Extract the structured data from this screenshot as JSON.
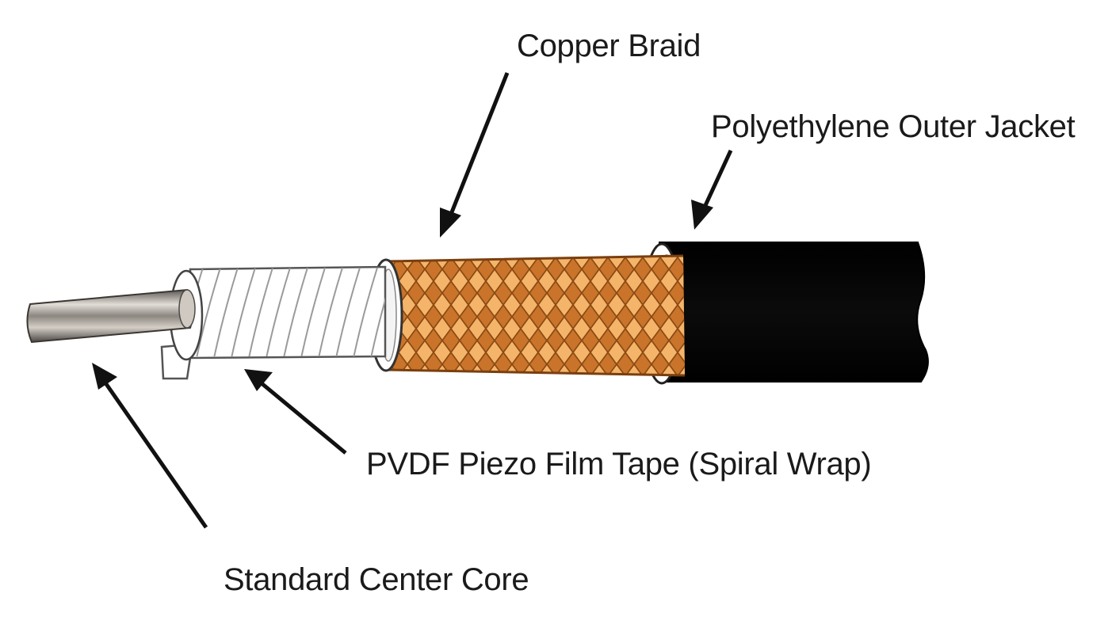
{
  "labels": {
    "copper_braid": "Copper Braid",
    "outer_jacket": "Polyethylene Outer Jacket",
    "piezo_film": "PVDF Piezo Film Tape (Spiral Wrap)",
    "center_core": "Standard Center Core"
  },
  "colors": {
    "jacket": "#050505",
    "braid_base": "#c9742a",
    "braid_light": "#f4b46a",
    "braid_line": "#8a4a14",
    "film": "#ffffff",
    "film_line": "#9a9a9a",
    "core_dark": "#6e6a66",
    "core_light": "#d8d4cf",
    "arrow": "#111111"
  }
}
